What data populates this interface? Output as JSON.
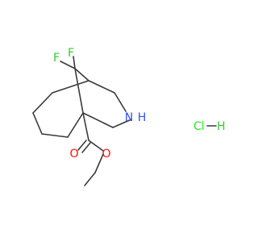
{
  "molecule": {
    "atoms": {
      "f1": {
        "symbol": "F",
        "color": "#33cc33"
      },
      "f2": {
        "symbol": "F",
        "color": "#33cc33"
      },
      "n": {
        "symbol": "N",
        "color": "#3050f8"
      },
      "h_n": {
        "symbol": "H",
        "color": "#3050f8"
      },
      "o_carbonyl": {
        "symbol": "O",
        "color": "#ff0d0d"
      },
      "o_ester": {
        "symbol": "O",
        "color": "#ff0d0d"
      }
    },
    "salt": {
      "cl": {
        "symbol": "Cl",
        "color": "#1ff01f"
      },
      "h": {
        "symbol": "H",
        "color": "#33cc33"
      },
      "bond": "–"
    },
    "bond_color": "#3a3a3a"
  }
}
